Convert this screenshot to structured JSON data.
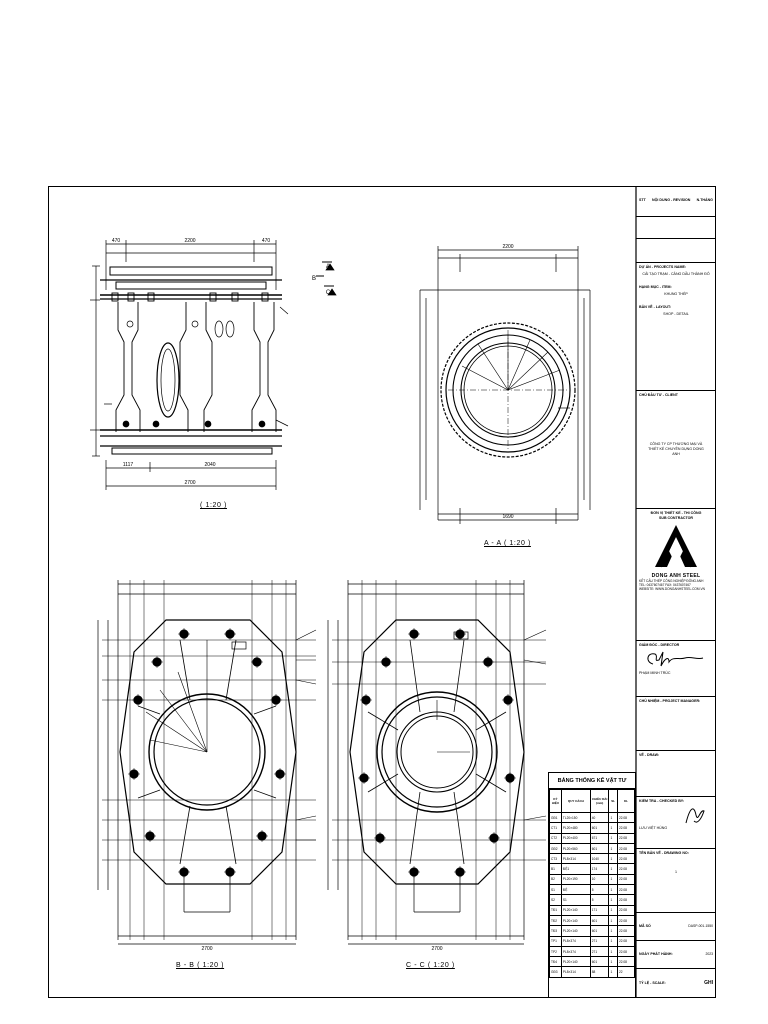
{
  "views": {
    "elevation": {
      "scale_caption": "( 1:20 )"
    },
    "section_aa": {
      "caption": "A - A ( 1:20 )",
      "cut_a": "A",
      "cut_b": "B",
      "cut_c": "C"
    },
    "section_bb": {
      "caption": "B - B ( 1:20 )"
    },
    "section_cc": {
      "caption": "C - C ( 1:20 )"
    }
  },
  "dimensions": {
    "top_left": "470",
    "top_mid": "2200",
    "top_right": "470",
    "bottom_a": "1117",
    "bottom_b": "2040",
    "bottom_total": "2700",
    "aa_top": "2200",
    "aa_bottom": "1690",
    "bb_bottom": "2700",
    "cc_bottom": "2700"
  },
  "title_block": {
    "header_no": "STT",
    "header_rev": "NỘI DUNG - REVISION",
    "header_date": "N.THÁNG",
    "project_label": "DỰ ÁN - PROJECTS NAME:",
    "project_value": "CẢI TẠO TRẠM - CẢNG DẦU THÀNH ĐÔ",
    "item_label": "HẠNG MỤC - ITEM:",
    "item_value": "KHUNG THÉP",
    "drawing_label": "BẢN VẼ - LAYOUT:",
    "drawing_value": "SHOP - DETAIL",
    "client_label": "CHỦ ĐẦU TƯ - CLIENT",
    "client_value": "CÔNG TY CP THƯƠNG MẠI VÀ THIẾT KẾ CHUYÊN DỤNG DONG ANH",
    "contractor_label": "ĐƠN VỊ THIẾT KẾ - THI CÔNG",
    "contractor_sub": "SUB CONTRACTOR",
    "company_name": "DONG ANH STEEL",
    "company_line1": "KẾT CẤU THÉP CÔNG NGHIỆP ĐÔNG ANH",
    "company_line2": "TEL: 0437607467 FAX: 0437607467",
    "company_line3": "WEBSITE: WWW.DONGANHSTEEL.COM.VN",
    "director_label": "GIÁM ĐỐC - DIRECTOR",
    "director_name": "PHẠM MINH TRÚC",
    "manager_label": "CHỦ NHIỆM - PROJECT MANAGER:",
    "designer_label": "VẼ - DRAW:",
    "checker_label": "KIỂM TRA - CHECKED BY:",
    "checker_name": "LƯU VIỆT HÙNG",
    "sheet_label": "TÊN BẢN VẼ - DRAWING NO:",
    "sheet_no": "1",
    "code_label": "MÃ SỐ",
    "code_value": "DASP-001-1550",
    "date_label": "NGÀY PHÁT HÀNH:",
    "date_value": "2023",
    "scale_label": "TỶ LỆ - SCALE:",
    "scale_value": "GHI"
  },
  "bom": {
    "title": "BẢNG THỐNG KÊ VẬT TƯ",
    "headers": [
      "KÝ HIỆU",
      "QUY CÁCH",
      "CHIỀU DÀI (mm)",
      "SL",
      "KL"
    ],
    "rows": [
      [
        "GĐ1",
        "TL20×150",
        "40",
        "1",
        "22.08"
      ],
      [
        "CT1",
        "PL20×480",
        "601",
        "1",
        "22.08"
      ],
      [
        "CT2",
        "PL20×400",
        "671",
        "1",
        "22.08"
      ],
      [
        "GĐ2",
        "PL20×560",
        "601",
        "1",
        "22.08"
      ],
      [
        "CT3",
        "PL8×314",
        "1040",
        "1",
        "22.08"
      ],
      [
        "B1",
        "ĐỆ1",
        "174",
        "1",
        "22.08"
      ],
      [
        "B2",
        "PL20×190",
        "10",
        "1",
        "22.08"
      ],
      [
        "S1",
        "ĐỆ",
        "5",
        "1",
        "22.08"
      ],
      [
        "S2",
        "S1",
        "5",
        "1",
        "22.08"
      ],
      [
        "TĐ1",
        "PL20×140",
        "171",
        "1",
        "22.08"
      ],
      [
        "TĐ2",
        "PL20×140",
        "601",
        "1",
        "22.08"
      ],
      [
        "TĐ3",
        "PL20×140",
        "601",
        "1",
        "22.08"
      ],
      [
        "TP1",
        "PL8×374",
        "271",
        "1",
        "22.08"
      ],
      [
        "TP2",
        "PL8×374",
        "271",
        "1",
        "22.08"
      ],
      [
        "TĐ4",
        "PL20×140",
        "601",
        "1",
        "22.08"
      ],
      [
        "GĐ3",
        "PL8×314",
        "88",
        "1",
        "22"
      ]
    ]
  }
}
